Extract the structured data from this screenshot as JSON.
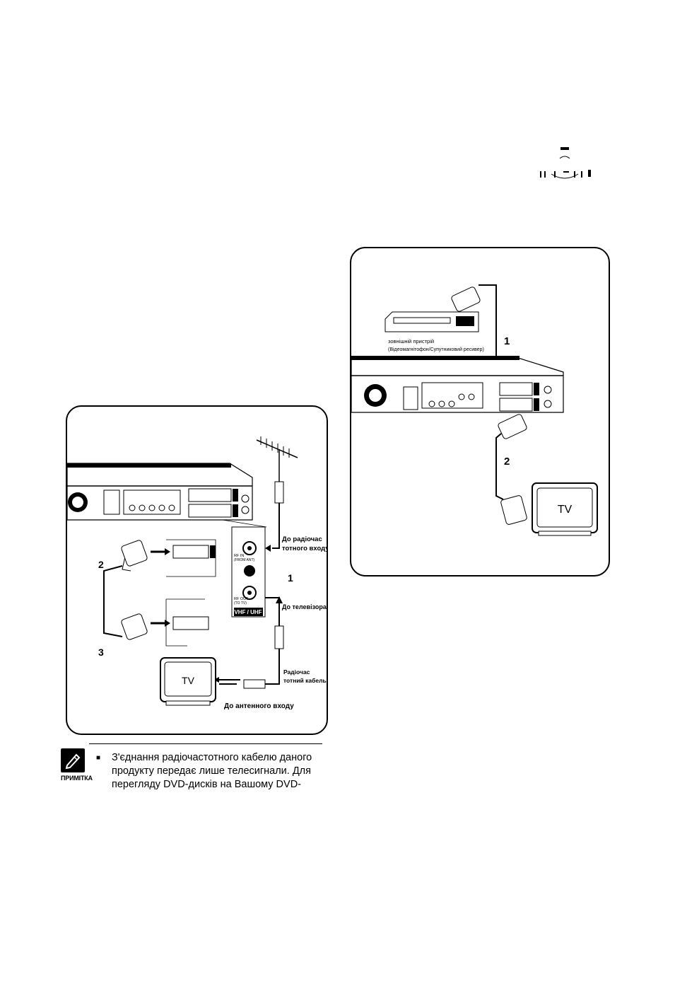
{
  "left_diagram": {
    "labels": {
      "to_rf_input": [
        "До радіочас",
        "тотного входу"
      ],
      "number_1": "1",
      "number_2": "2",
      "number_3": "3",
      "to_tv": "До телевізора",
      "rf_cable": [
        "Радіочас",
        "тотний кабель"
      ],
      "to_antenna": "До антенного входу",
      "tv": "TV",
      "rf_in": [
        "RF IN",
        "(FROM ANT)"
      ],
      "rf_out": [
        "RF OUT",
        "(TO TV)"
      ],
      "vhf_uhf": "VHF / UHF"
    }
  },
  "right_diagram": {
    "labels": {
      "external_device": "зовнішній пристрій",
      "external_device_types": "(Відеомагнітофон/Супутниковий ресивер)",
      "number_1": "1",
      "number_2": "2",
      "tv": "TV"
    }
  },
  "note": {
    "label": "ПРИМІТКА",
    "bullet": "■",
    "text": "З'єднання радіочастотного кабелю даного продукту передає лише телесигнали. Для перегляду DVD-дисків на Вашому DVD-"
  },
  "icons": {
    "note": "pencil-note-icon",
    "top": "remote-buttons-icon"
  }
}
